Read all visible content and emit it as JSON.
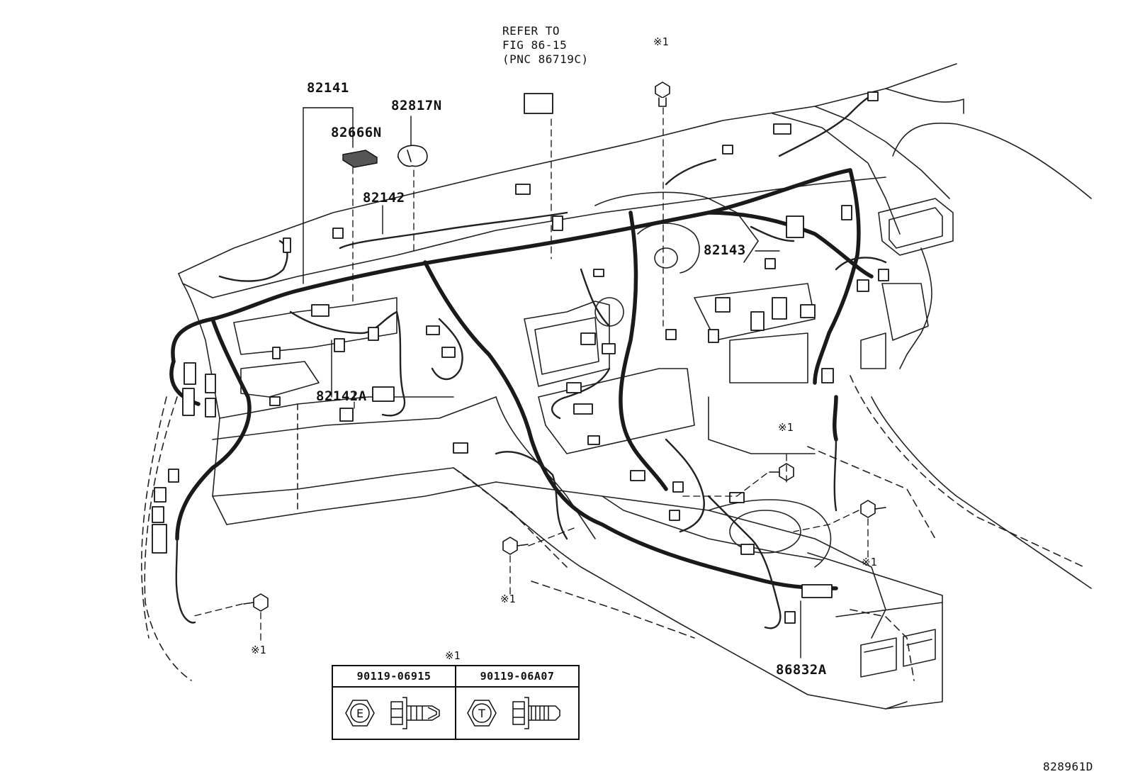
{
  "diagram": {
    "figure_number": "828961D",
    "callouts": {
      "p82141": "82141",
      "p82817N": "82817N",
      "p82666N": "82666N",
      "p82142": "82142",
      "p82142A": "82142A",
      "p82143": "82143",
      "p86832A": "86832A"
    },
    "reference_note": "REFER TO\nFIG 86-15\n(PNC 86719C)",
    "fastener_mark": "※1",
    "fastener_table": {
      "mark": "※1",
      "columns": [
        {
          "part_number": "90119-06915",
          "head_letter": "E"
        },
        {
          "part_number": "90119-06A07",
          "head_letter": "T"
        }
      ]
    }
  }
}
